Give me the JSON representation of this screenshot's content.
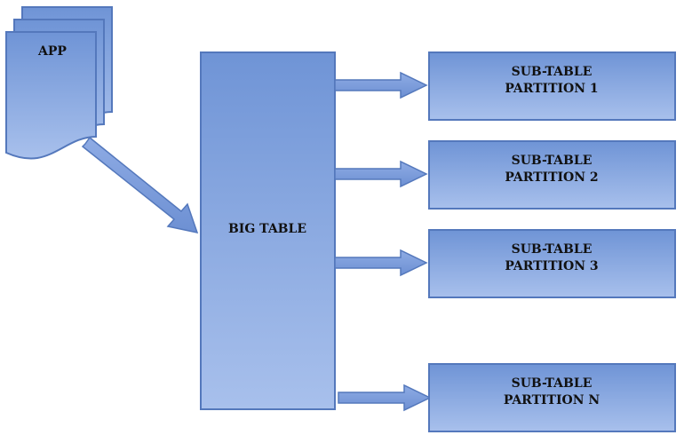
{
  "diagram": {
    "app": {
      "label": "APP"
    },
    "big_table": {
      "label": "BIG TABLE"
    },
    "partitions": [
      {
        "line1": "SUB-TABLE",
        "line2": "PARTITION 1"
      },
      {
        "line1": "SUB-TABLE",
        "line2": "PARTITION 2"
      },
      {
        "line1": "SUB-TABLE",
        "line2": "PARTITION 3"
      },
      {
        "line1": "SUB-TABLE",
        "line2": "PARTITION N"
      }
    ]
  },
  "colors": {
    "fill_top": "#6F94D6",
    "fill_bottom": "#A8C0EC",
    "stroke": "#5478BC"
  }
}
